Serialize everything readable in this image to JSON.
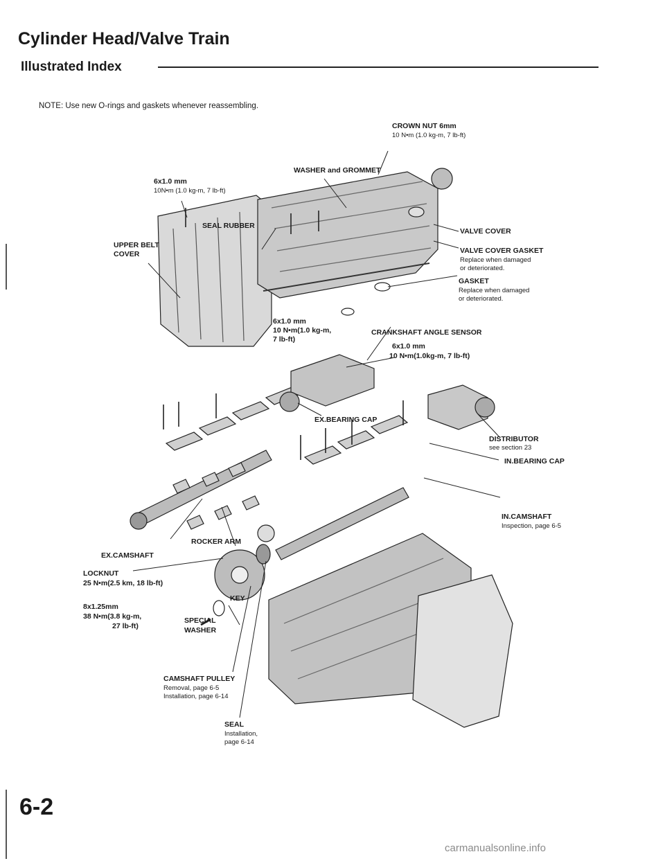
{
  "header": {
    "title": "Cylinder Head/Valve Train",
    "subtitle": "Illustrated Index"
  },
  "note": "NOTE: Use new O-rings and gaskets whenever reassembling.",
  "labels": {
    "crown_nut_1": "CROWN NUT 6mm",
    "crown_nut_2": "10 N•m (1.0 kg-m, 7 lb-ft)",
    "washer_grommet": "WASHER and GROMMET",
    "bolt_top_1": "6x1.0 mm",
    "bolt_top_2": "10N•m (1.0 kg-m, 7 lb-ft)",
    "seal_rubber": "SEAL RUBBER",
    "upper_belt_1": "UPPER BELT",
    "upper_belt_2": "COVER",
    "valve_cover": "VALVE COVER",
    "valve_cover_gasket": "VALVE COVER GASKET",
    "vcg_note_1": "Replace when damaged",
    "vcg_note_2": "or deteriorated.",
    "gasket": "GASKET",
    "gasket_note_1": "Replace when damaged",
    "gasket_note_2": "or deteriorated.",
    "bolt_mid_1": "6x1.0 mm",
    "bolt_mid_2": "10 N•m(1.0 kg-m,",
    "bolt_mid_3": "7 lb-ft)",
    "crank_sensor": "CRANKSHAFT ANGLE SENSOR",
    "bolt_right_1": "6x1.0 mm",
    "bolt_right_2": "10 N•m(1.0kg-m, 7 lb-ft)",
    "ex_bearing_cap": "EX.BEARING CAP",
    "distributor": "DISTRIBUTOR",
    "distributor_note": "see section 23",
    "in_bearing_cap": "IN.BEARING CAP",
    "in_camshaft": "IN.CAMSHAFT",
    "in_camshaft_note": "Inspection, page 6-5",
    "ex_camshaft": "EX.CAMSHAFT",
    "rocker_arm": "ROCKER ARM",
    "locknut_1": "LOCKNUT",
    "locknut_2": "25 N•m(2.5 km, 18 lb-ft)",
    "key": "KEY",
    "bolt_pulley_1": "8x1.25mm",
    "bolt_pulley_2": "38 N•m(3.8 kg-m,",
    "bolt_pulley_3": "27 lb-ft)",
    "special_washer_1": "SPECIAL",
    "special_washer_2": "WASHER",
    "cam_pulley": "CAMSHAFT PULLEY",
    "cam_pulley_note_1": "Removal, page 6-5",
    "cam_pulley_note_2": "Installation, page 6-14",
    "seal": "SEAL",
    "seal_note_1": "Installation,",
    "seal_note_2": "page 6-14"
  },
  "page_number": "6-2",
  "watermark": "carmanualsonline.info"
}
